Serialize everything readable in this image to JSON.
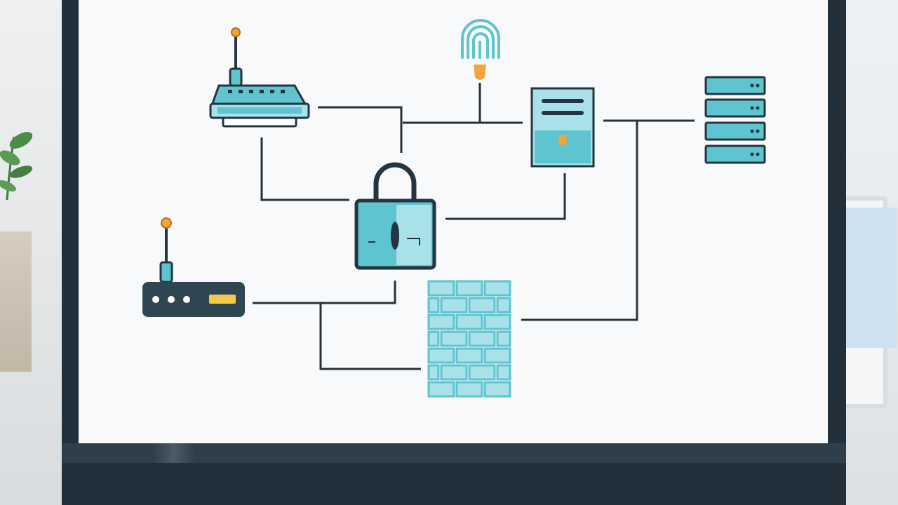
{
  "diagram": {
    "colors": {
      "outline": "#243541",
      "teal": "#5dc4d0",
      "teal_light": "#a9e1e8",
      "orange": "#f2a53a",
      "yellow": "#f3c94a",
      "line": "#26323b"
    },
    "nodes": [
      {
        "id": "router",
        "icon": "router-icon"
      },
      {
        "id": "fingerprint",
        "icon": "fingerprint-icon"
      },
      {
        "id": "document-server",
        "icon": "document-server-icon"
      },
      {
        "id": "server-rack",
        "icon": "server-rack-icon"
      },
      {
        "id": "padlock",
        "icon": "padlock-icon"
      },
      {
        "id": "modem",
        "icon": "modem-icon"
      },
      {
        "id": "firewall",
        "icon": "firewall-brick-icon"
      }
    ]
  }
}
